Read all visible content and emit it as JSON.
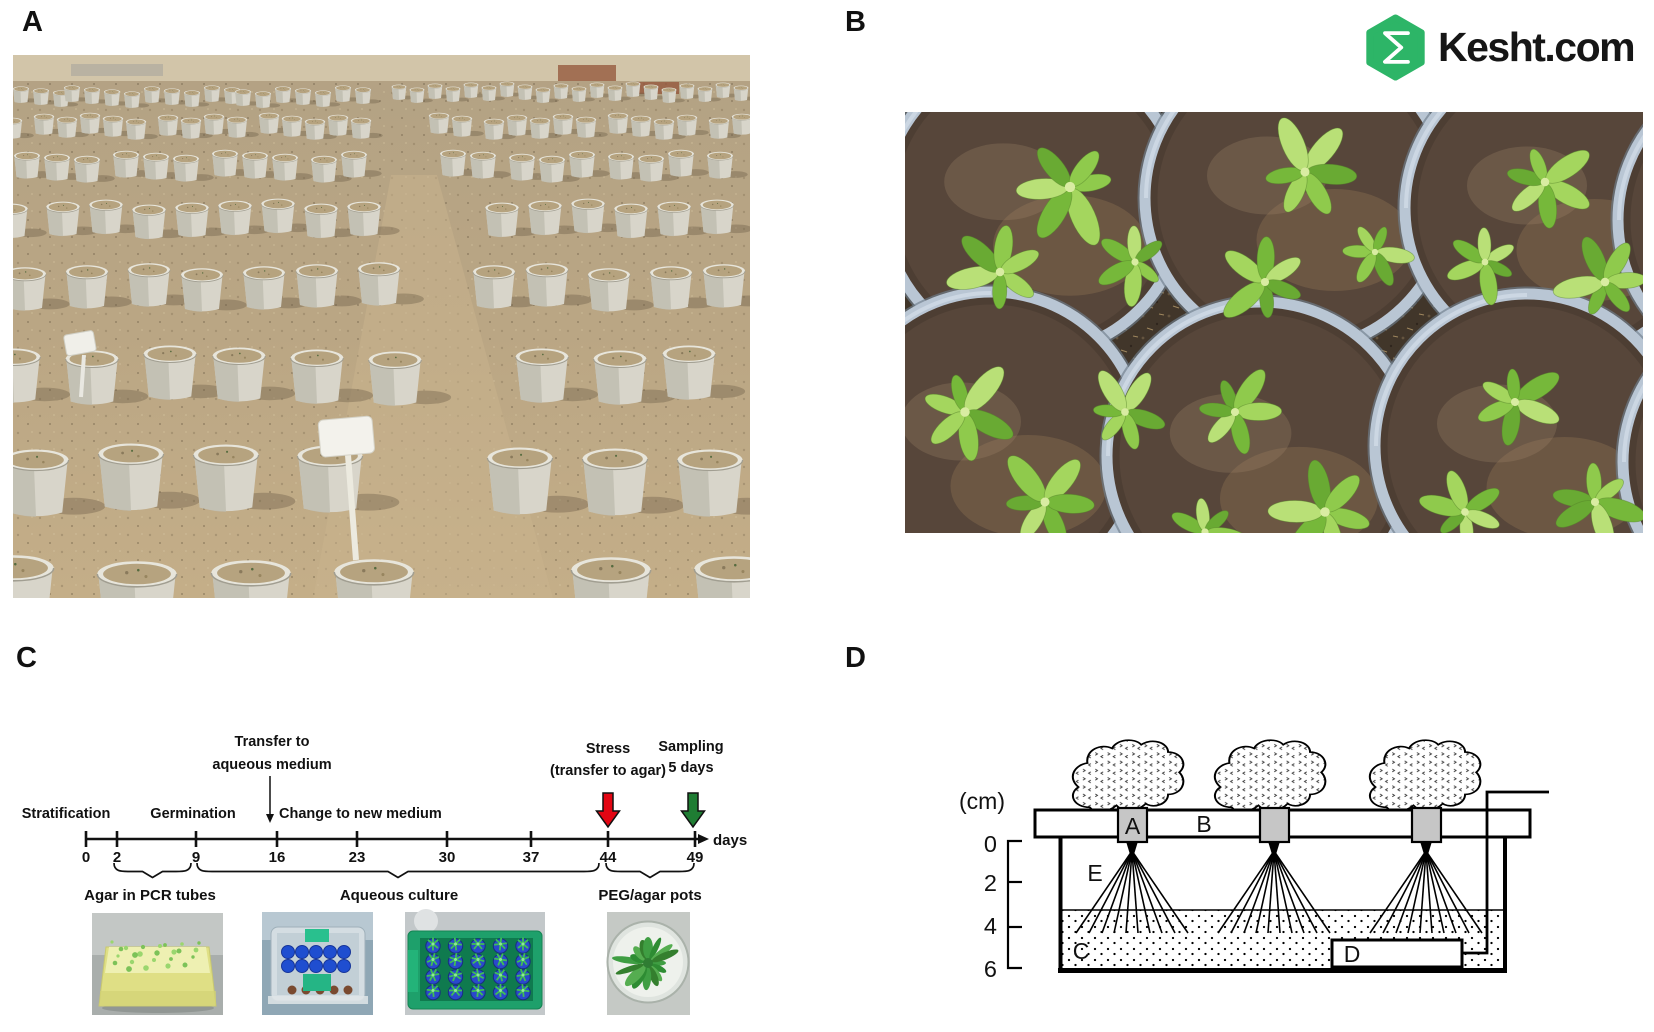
{
  "logo": {
    "text": "Kesht.com",
    "icon_color": "#2db567"
  },
  "panels": {
    "a": {
      "letter": "A"
    },
    "b": {
      "letter": "B"
    },
    "c": {
      "letter": "C"
    },
    "d": {
      "letter": "D"
    }
  },
  "timeline": {
    "unit": "days",
    "ticks": [
      "0",
      "2",
      "9",
      "16",
      "23",
      "30",
      "37",
      "44",
      "49"
    ],
    "labels": {
      "stratification": "Stratification",
      "germination": "Germination",
      "transfer_line1": "Transfer to",
      "transfer_line2": "aqueous medium",
      "change_medium": "Change to new medium",
      "stress_line1": "Stress",
      "stress_line2": "(transfer to agar)",
      "sampling_line1": "Sampling",
      "sampling_line2": "5 days"
    },
    "phases": [
      "Agar in PCR tubes",
      "Aqueous culture",
      "PEG/agar pots"
    ],
    "event_days": {
      "stress": 44,
      "sampling_end": 49
    },
    "colors": {
      "stress_arrow": "#e30613",
      "sampling_arrow": "#1f7d33",
      "sampling_text": "#00a651"
    }
  },
  "hydroponic_diagram": {
    "unit_label": "(cm)",
    "depth_ticks": [
      "0",
      "2",
      "4",
      "6"
    ],
    "part_labels": {
      "pot": "A",
      "lid": "B",
      "medium": "C",
      "airstone": "D",
      "airgap": "E"
    }
  }
}
